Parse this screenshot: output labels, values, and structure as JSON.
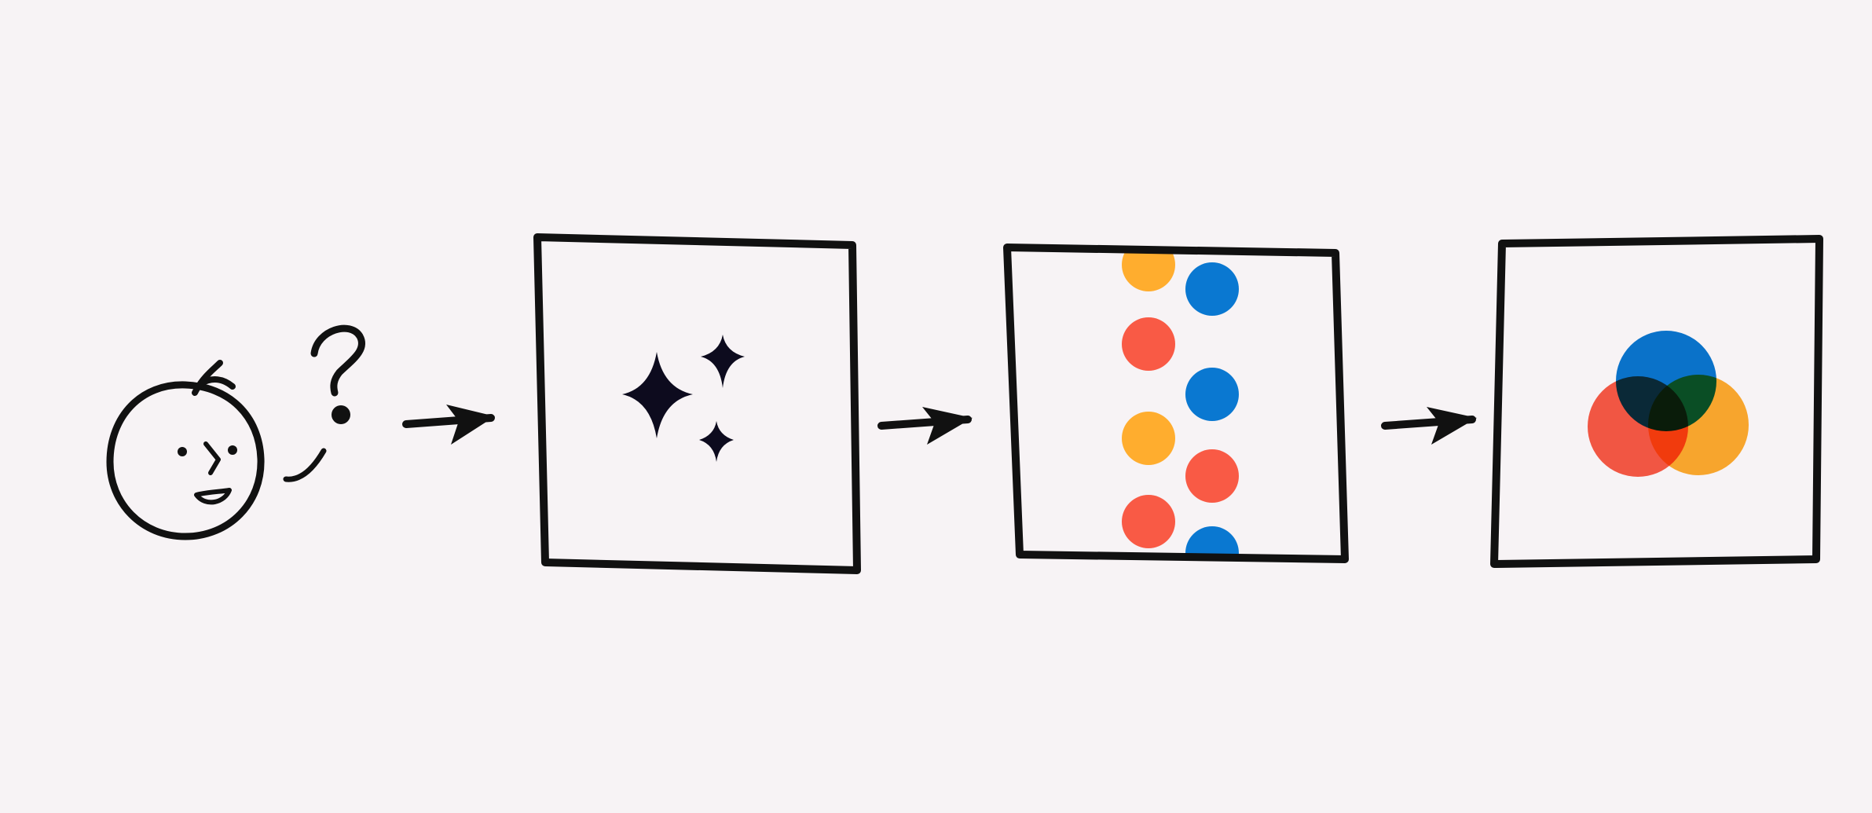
{
  "colors": {
    "background": "#f7f3f5",
    "ink": "#111111",
    "sparkle": "#0d0b1e",
    "orange": "#ffad2e",
    "blue": "#0a78d1",
    "red": "#f95a45"
  },
  "icons": [
    "person-face-icon",
    "question-mark-icon",
    "sparkles-icon",
    "arrow-right-icon",
    "dot-grid-icon",
    "venn-diagram-icon"
  ],
  "dot_column_colors": [
    [
      "orange",
      "red",
      "orange",
      "red"
    ],
    [
      "blue",
      "blue",
      "red",
      "blue"
    ]
  ],
  "venn_colors": [
    "blue",
    "red",
    "orange"
  ]
}
